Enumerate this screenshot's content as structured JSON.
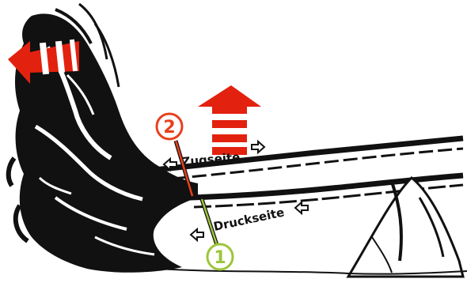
{
  "labels": {
    "tension_side": "Zugseite",
    "compression_side": "Druckseite"
  },
  "markers": [
    {
      "number": "2",
      "color": "#e8401c"
    },
    {
      "number": "1",
      "color": "#9cc53a"
    }
  ],
  "colors": {
    "ink": "#111111",
    "arrow_red": "#e3210f",
    "arrow_stripe": "#ffffff",
    "background": "#ffffff"
  },
  "icons": [
    "force-arrow-left-icon",
    "force-arrow-up-icon",
    "small-arrow-icon"
  ]
}
